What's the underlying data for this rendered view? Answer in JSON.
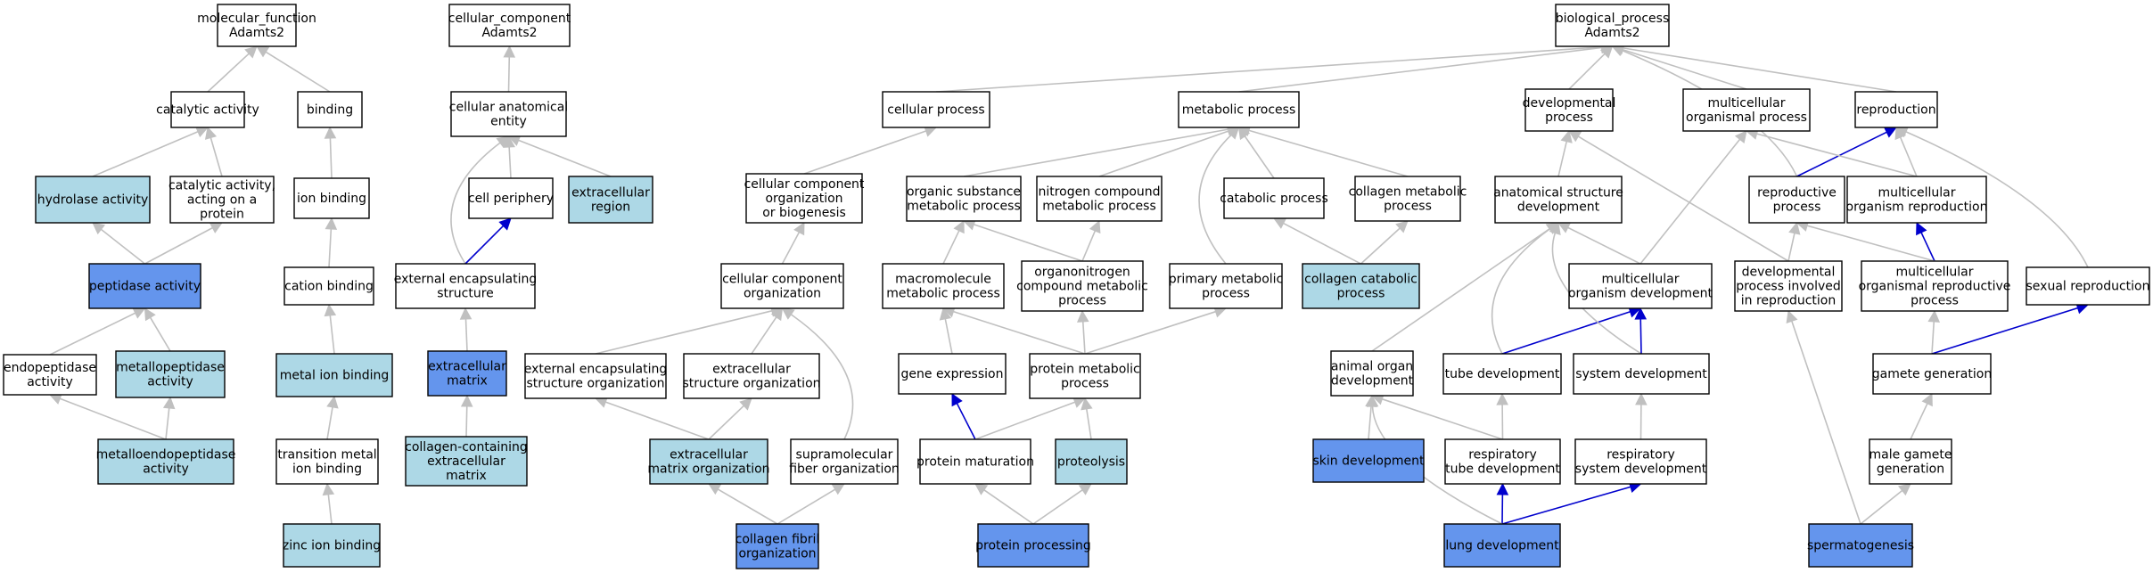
{
  "colors": {
    "plain": "#ffffff",
    "light": "#add8e6",
    "strong": "#6495ed",
    "edge_gray": "#c0c0c0",
    "edge_blue": "#0000cd"
  },
  "nodes": [
    {
      "id": "mf",
      "lines": [
        "molecular_function",
        "Adamts2"
      ],
      "fill": "plain"
    },
    {
      "id": "catact",
      "lines": [
        "catalytic activity"
      ],
      "fill": "plain"
    },
    {
      "id": "binding",
      "lines": [
        "binding"
      ],
      "fill": "plain"
    },
    {
      "id": "hydro",
      "lines": [
        "hydrolase activity"
      ],
      "fill": "light"
    },
    {
      "id": "catprot",
      "lines": [
        "catalytic activity,",
        "acting on a",
        "protein"
      ],
      "fill": "plain"
    },
    {
      "id": "ionb",
      "lines": [
        "ion binding"
      ],
      "fill": "plain"
    },
    {
      "id": "pept",
      "lines": [
        "peptidase activity"
      ],
      "fill": "strong"
    },
    {
      "id": "cationb",
      "lines": [
        "cation binding"
      ],
      "fill": "plain"
    },
    {
      "id": "endo",
      "lines": [
        "endopeptidase",
        "activity"
      ],
      "fill": "plain"
    },
    {
      "id": "metpep",
      "lines": [
        "metallopeptidase",
        "activity"
      ],
      "fill": "light"
    },
    {
      "id": "metionb",
      "lines": [
        "metal ion binding"
      ],
      "fill": "light"
    },
    {
      "id": "metendo",
      "lines": [
        "metalloendopeptidase",
        "activity"
      ],
      "fill": "light"
    },
    {
      "id": "transm",
      "lines": [
        "transition metal",
        "ion binding"
      ],
      "fill": "plain"
    },
    {
      "id": "zinc",
      "lines": [
        "zinc ion binding"
      ],
      "fill": "light"
    },
    {
      "id": "cc",
      "lines": [
        "cellular_component",
        "Adamts2"
      ],
      "fill": "plain"
    },
    {
      "id": "cae",
      "lines": [
        "cellular anatomical",
        "entity"
      ],
      "fill": "plain"
    },
    {
      "id": "cellper",
      "lines": [
        "cell periphery"
      ],
      "fill": "plain"
    },
    {
      "id": "extreg",
      "lines": [
        "extracellular",
        "region"
      ],
      "fill": "light"
    },
    {
      "id": "extencs",
      "lines": [
        "external encapsulating",
        "structure"
      ],
      "fill": "plain"
    },
    {
      "id": "ecm",
      "lines": [
        "extracellular",
        "matrix"
      ],
      "fill": "strong"
    },
    {
      "id": "collecm",
      "lines": [
        "collagen-containing",
        "extracellular",
        "matrix"
      ],
      "fill": "light"
    },
    {
      "id": "bp",
      "lines": [
        "biological_process",
        "Adamts2"
      ],
      "fill": "plain"
    },
    {
      "id": "cellproc",
      "lines": [
        "cellular process"
      ],
      "fill": "plain"
    },
    {
      "id": "metab",
      "lines": [
        "metabolic process"
      ],
      "fill": "plain"
    },
    {
      "id": "devproc",
      "lines": [
        "developmental",
        "process"
      ],
      "fill": "plain"
    },
    {
      "id": "multiorg",
      "lines": [
        "multicellular",
        "organismal process"
      ],
      "fill": "plain"
    },
    {
      "id": "repro",
      "lines": [
        "reproduction"
      ],
      "fill": "plain"
    },
    {
      "id": "ccob",
      "lines": [
        "cellular component",
        "organization",
        "or biogenesis"
      ],
      "fill": "plain"
    },
    {
      "id": "orgsub",
      "lines": [
        "organic substance",
        "metabolic process"
      ],
      "fill": "plain"
    },
    {
      "id": "nitro",
      "lines": [
        "nitrogen compound",
        "metabolic process"
      ],
      "fill": "plain"
    },
    {
      "id": "catab",
      "lines": [
        "catabolic process"
      ],
      "fill": "plain"
    },
    {
      "id": "collmet",
      "lines": [
        "collagen metabolic",
        "process"
      ],
      "fill": "plain"
    },
    {
      "id": "anatdev",
      "lines": [
        "anatomical structure",
        "development"
      ],
      "fill": "plain"
    },
    {
      "id": "reproproc",
      "lines": [
        "reproductive",
        "process"
      ],
      "fill": "plain"
    },
    {
      "id": "multirepro",
      "lines": [
        "multicellular",
        "organism reproduction"
      ],
      "fill": "plain"
    },
    {
      "id": "cco",
      "lines": [
        "cellular component",
        "organization"
      ],
      "fill": "plain"
    },
    {
      "id": "macro",
      "lines": [
        "macromolecule",
        "metabolic process"
      ],
      "fill": "plain"
    },
    {
      "id": "orgnit",
      "lines": [
        "organonitrogen",
        "compound metabolic",
        "process"
      ],
      "fill": "plain"
    },
    {
      "id": "primmet",
      "lines": [
        "primary metabolic",
        "process"
      ],
      "fill": "plain"
    },
    {
      "id": "collcat",
      "lines": [
        "collagen catabolic",
        "process"
      ],
      "fill": "light"
    },
    {
      "id": "multidev",
      "lines": [
        "multicellular",
        "organism development"
      ],
      "fill": "plain"
    },
    {
      "id": "devrepro",
      "lines": [
        "developmental",
        "process involved",
        "in reproduction"
      ],
      "fill": "plain"
    },
    {
      "id": "multireproproc",
      "lines": [
        "multicellular",
        "organismal reproductive",
        "process"
      ],
      "fill": "plain"
    },
    {
      "id": "sexrepro",
      "lines": [
        "sexual reproduction"
      ],
      "fill": "plain"
    },
    {
      "id": "extencorg",
      "lines": [
        "external encapsulating",
        "structure organization"
      ],
      "fill": "plain"
    },
    {
      "id": "extstruct",
      "lines": [
        "extracellular",
        "structure organization"
      ],
      "fill": "plain"
    },
    {
      "id": "geneexp",
      "lines": [
        "gene expression"
      ],
      "fill": "plain"
    },
    {
      "id": "protmet",
      "lines": [
        "protein metabolic",
        "process"
      ],
      "fill": "plain"
    },
    {
      "id": "animorg",
      "lines": [
        "animal organ",
        "development"
      ],
      "fill": "plain"
    },
    {
      "id": "tubedev",
      "lines": [
        "tube development"
      ],
      "fill": "plain"
    },
    {
      "id": "sysdev",
      "lines": [
        "system development"
      ],
      "fill": "plain"
    },
    {
      "id": "gamete",
      "lines": [
        "gamete generation"
      ],
      "fill": "plain"
    },
    {
      "id": "ecmorg",
      "lines": [
        "extracellular",
        "matrix organization"
      ],
      "fill": "light"
    },
    {
      "id": "supramol",
      "lines": [
        "supramolecular",
        "fiber organization"
      ],
      "fill": "plain"
    },
    {
      "id": "protmat",
      "lines": [
        "protein maturation"
      ],
      "fill": "plain"
    },
    {
      "id": "proteol",
      "lines": [
        "proteolysis"
      ],
      "fill": "light"
    },
    {
      "id": "skindev",
      "lines": [
        "skin development"
      ],
      "fill": "strong"
    },
    {
      "id": "resptube",
      "lines": [
        "respiratory",
        "tube development"
      ],
      "fill": "plain"
    },
    {
      "id": "respsys",
      "lines": [
        "respiratory",
        "system development"
      ],
      "fill": "plain"
    },
    {
      "id": "malegam",
      "lines": [
        "male gamete",
        "generation"
      ],
      "fill": "plain"
    },
    {
      "id": "collfib",
      "lines": [
        "collagen fibril",
        "organization"
      ],
      "fill": "strong"
    },
    {
      "id": "protproc",
      "lines": [
        "protein processing"
      ],
      "fill": "strong"
    },
    {
      "id": "lungdev",
      "lines": [
        "lung development"
      ],
      "fill": "strong"
    },
    {
      "id": "spermato",
      "lines": [
        "spermatogenesis"
      ],
      "fill": "strong"
    }
  ],
  "edges": [
    {
      "from": "catact",
      "to": "mf",
      "color": "edge_gray"
    },
    {
      "from": "binding",
      "to": "mf",
      "color": "edge_gray"
    },
    {
      "from": "hydro",
      "to": "catact",
      "color": "edge_gray"
    },
    {
      "from": "catprot",
      "to": "catact",
      "color": "edge_gray"
    },
    {
      "from": "ionb",
      "to": "binding",
      "color": "edge_gray"
    },
    {
      "from": "pept",
      "to": "hydro",
      "color": "edge_gray"
    },
    {
      "from": "pept",
      "to": "catprot",
      "color": "edge_gray"
    },
    {
      "from": "cationb",
      "to": "ionb",
      "color": "edge_gray"
    },
    {
      "from": "endo",
      "to": "pept",
      "color": "edge_gray"
    },
    {
      "from": "metpep",
      "to": "pept",
      "color": "edge_gray"
    },
    {
      "from": "metionb",
      "to": "cationb",
      "color": "edge_gray"
    },
    {
      "from": "metendo",
      "to": "endo",
      "color": "edge_gray"
    },
    {
      "from": "metendo",
      "to": "metpep",
      "color": "edge_gray"
    },
    {
      "from": "transm",
      "to": "metionb",
      "color": "edge_gray"
    },
    {
      "from": "zinc",
      "to": "transm",
      "color": "edge_gray"
    },
    {
      "from": "cae",
      "to": "cc",
      "color": "edge_gray"
    },
    {
      "from": "cellper",
      "to": "cae",
      "color": "edge_gray"
    },
    {
      "from": "extreg",
      "to": "cae",
      "color": "edge_gray"
    },
    {
      "from": "extencs",
      "to": "cae",
      "color": "edge_gray",
      "curve": "left"
    },
    {
      "from": "extencs",
      "to": "cellper",
      "color": "edge_blue"
    },
    {
      "from": "ecm",
      "to": "extencs",
      "color": "edge_gray"
    },
    {
      "from": "collecm",
      "to": "ecm",
      "color": "edge_gray"
    },
    {
      "from": "cellproc",
      "to": "bp",
      "color": "edge_gray"
    },
    {
      "from": "metab",
      "to": "bp",
      "color": "edge_gray"
    },
    {
      "from": "devproc",
      "to": "bp",
      "color": "edge_gray"
    },
    {
      "from": "multiorg",
      "to": "bp",
      "color": "edge_gray"
    },
    {
      "from": "repro",
      "to": "bp",
      "color": "edge_gray"
    },
    {
      "from": "reproproc",
      "to": "bp",
      "color": "edge_gray",
      "curve": "right"
    },
    {
      "from": "ccob",
      "to": "cellproc",
      "color": "edge_gray"
    },
    {
      "from": "orgsub",
      "to": "metab",
      "color": "edge_gray"
    },
    {
      "from": "nitro",
      "to": "metab",
      "color": "edge_gray"
    },
    {
      "from": "catab",
      "to": "metab",
      "color": "edge_gray"
    },
    {
      "from": "collmet",
      "to": "metab",
      "color": "edge_gray"
    },
    {
      "from": "primmet",
      "to": "metab",
      "color": "edge_gray",
      "curve": "left"
    },
    {
      "from": "anatdev",
      "to": "devproc",
      "color": "edge_gray"
    },
    {
      "from": "reproproc",
      "to": "repro",
      "color": "edge_blue"
    },
    {
      "from": "multirepro",
      "to": "repro",
      "color": "edge_gray"
    },
    {
      "from": "multirepro",
      "to": "multiorg",
      "color": "edge_gray"
    },
    {
      "from": "cco",
      "to": "ccob",
      "color": "edge_gray"
    },
    {
      "from": "macro",
      "to": "orgsub",
      "color": "edge_gray"
    },
    {
      "from": "orgnit",
      "to": "orgsub",
      "color": "edge_gray"
    },
    {
      "from": "orgnit",
      "to": "nitro",
      "color": "edge_gray"
    },
    {
      "from": "collcat",
      "to": "catab",
      "color": "edge_gray"
    },
    {
      "from": "collcat",
      "to": "collmet",
      "color": "edge_gray"
    },
    {
      "from": "multidev",
      "to": "anatdev",
      "color": "edge_gray"
    },
    {
      "from": "multidev",
      "to": "multiorg",
      "color": "edge_gray"
    },
    {
      "from": "devrepro",
      "to": "devproc",
      "color": "edge_gray"
    },
    {
      "from": "devrepro",
      "to": "reproproc",
      "color": "edge_gray"
    },
    {
      "from": "multireproproc",
      "to": "multirepro",
      "color": "edge_blue"
    },
    {
      "from": "multireproproc",
      "to": "reproproc",
      "color": "edge_gray"
    },
    {
      "from": "sexrepro",
      "to": "repro",
      "color": "edge_gray",
      "curve": "right"
    },
    {
      "from": "extencorg",
      "to": "cco",
      "color": "edge_gray"
    },
    {
      "from": "extstruct",
      "to": "cco",
      "color": "edge_gray"
    },
    {
      "from": "supramol",
      "to": "cco",
      "color": "edge_gray",
      "curve": "right"
    },
    {
      "from": "geneexp",
      "to": "macro",
      "color": "edge_gray"
    },
    {
      "from": "protmet",
      "to": "macro",
      "color": "edge_gray"
    },
    {
      "from": "protmet",
      "to": "orgnit",
      "color": "edge_gray"
    },
    {
      "from": "protmet",
      "to": "primmet",
      "color": "edge_gray"
    },
    {
      "from": "animorg",
      "to": "anatdev",
      "color": "edge_gray"
    },
    {
      "from": "tubedev",
      "to": "anatdev",
      "color": "edge_gray",
      "curve": "left"
    },
    {
      "from": "tubedev",
      "to": "multidev",
      "color": "edge_blue"
    },
    {
      "from": "sysdev",
      "to": "anatdev",
      "color": "edge_gray",
      "curve": "left"
    },
    {
      "from": "sysdev",
      "to": "multidev",
      "color": "edge_blue"
    },
    {
      "from": "gamete",
      "to": "multireproproc",
      "color": "edge_gray"
    },
    {
      "from": "gamete",
      "to": "sexrepro",
      "color": "edge_blue"
    },
    {
      "from": "ecmorg",
      "to": "extencorg",
      "color": "edge_gray"
    },
    {
      "from": "ecmorg",
      "to": "extstruct",
      "color": "edge_gray"
    },
    {
      "from": "protmat",
      "to": "geneexp",
      "color": "edge_blue"
    },
    {
      "from": "protmat",
      "to": "protmet",
      "color": "edge_gray"
    },
    {
      "from": "proteol",
      "to": "protmet",
      "color": "edge_gray"
    },
    {
      "from": "skindev",
      "to": "animorg",
      "color": "edge_gray"
    },
    {
      "from": "resptube",
      "to": "tubedev",
      "color": "edge_gray"
    },
    {
      "from": "resptube",
      "to": "animorg",
      "color": "edge_gray"
    },
    {
      "from": "respsys",
      "to": "sysdev",
      "color": "edge_gray"
    },
    {
      "from": "malegam",
      "to": "gamete",
      "color": "edge_gray"
    },
    {
      "from": "collfib",
      "to": "ecmorg",
      "color": "edge_gray"
    },
    {
      "from": "collfib",
      "to": "supramol",
      "color": "edge_gray"
    },
    {
      "from": "protproc",
      "to": "protmat",
      "color": "edge_gray"
    },
    {
      "from": "protproc",
      "to": "proteol",
      "color": "edge_gray"
    },
    {
      "from": "lungdev",
      "to": "resptube",
      "color": "edge_blue"
    },
    {
      "from": "lungdev",
      "to": "respsys",
      "color": "edge_blue"
    },
    {
      "from": "lungdev",
      "to": "animorg",
      "color": "edge_gray",
      "curve": "left"
    },
    {
      "from": "spermato",
      "to": "malegam",
      "color": "edge_gray"
    },
    {
      "from": "spermato",
      "to": "devrepro",
      "color": "edge_gray"
    }
  ]
}
